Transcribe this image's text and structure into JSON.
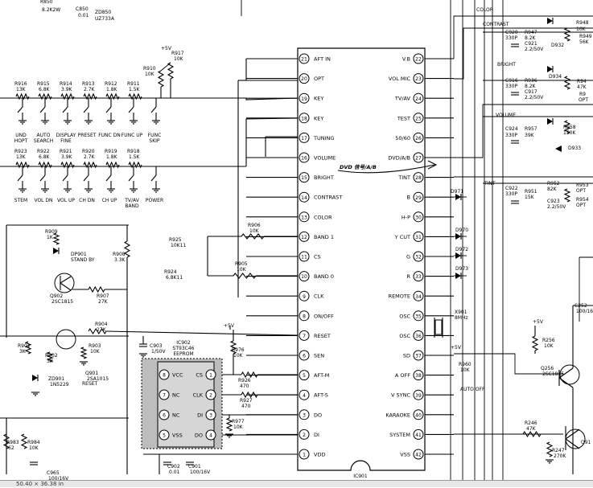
{
  "ic901": {
    "ref": "IC901",
    "pins": [
      {
        "n": "21",
        "name": "AFT IN",
        "side": "left"
      },
      {
        "n": "20",
        "name": "OPT",
        "side": "left"
      },
      {
        "n": "19",
        "name": "KEY",
        "side": "left"
      },
      {
        "n": "18",
        "name": "KEY",
        "side": "left"
      },
      {
        "n": "17",
        "name": "TUNING",
        "side": "left"
      },
      {
        "n": "16",
        "name": "VOLUME",
        "side": "left"
      },
      {
        "n": "15",
        "name": "BRIGHT",
        "side": "left"
      },
      {
        "n": "14",
        "name": "CONTRAST",
        "side": "left"
      },
      {
        "n": "13",
        "name": "COLOR",
        "side": "left"
      },
      {
        "n": "12",
        "name": "BAND 1",
        "side": "left"
      },
      {
        "n": "11",
        "name": "CS",
        "side": "left"
      },
      {
        "n": "10",
        "name": "BAND 0",
        "side": "left"
      },
      {
        "n": "9",
        "name": "CLK",
        "side": "left"
      },
      {
        "n": "8",
        "name": "ON/OFF",
        "side": "left"
      },
      {
        "n": "7",
        "name": "RESET",
        "side": "left"
      },
      {
        "n": "6",
        "name": "SEN",
        "side": "left"
      },
      {
        "n": "5",
        "name": "AFT-M",
        "side": "left"
      },
      {
        "n": "4",
        "name": "AFT-S",
        "side": "left"
      },
      {
        "n": "3",
        "name": "DO",
        "side": "left"
      },
      {
        "n": "2",
        "name": "DI",
        "side": "left"
      },
      {
        "n": "1",
        "name": "VDD",
        "side": "left"
      },
      {
        "n": "22",
        "name": "V.B",
        "side": "right"
      },
      {
        "n": "23",
        "name": "VOL MIC",
        "side": "right"
      },
      {
        "n": "24",
        "name": "TV/AV",
        "side": "right"
      },
      {
        "n": "25",
        "name": "TEST",
        "side": "right"
      },
      {
        "n": "26",
        "name": "50/60",
        "side": "right"
      },
      {
        "n": "27",
        "name": "DVD/A/B",
        "side": "right"
      },
      {
        "n": "28",
        "name": "TINT",
        "side": "right"
      },
      {
        "n": "29",
        "name": "B",
        "side": "right"
      },
      {
        "n": "30",
        "name": "H-P",
        "side": "right"
      },
      {
        "n": "31",
        "name": "Y CUT",
        "side": "right"
      },
      {
        "n": "32",
        "name": "G",
        "side": "right"
      },
      {
        "n": "33",
        "name": "R",
        "side": "right"
      },
      {
        "n": "34",
        "name": "REMOTE",
        "side": "right"
      },
      {
        "n": "35",
        "name": "OSC",
        "side": "right"
      },
      {
        "n": "36",
        "name": "OSC",
        "side": "right"
      },
      {
        "n": "37",
        "name": "SD",
        "side": "right"
      },
      {
        "n": "38",
        "name": "A OFF",
        "side": "right"
      },
      {
        "n": "39",
        "name": "V SYNC",
        "side": "right"
      },
      {
        "n": "40",
        "name": "KARAOKE",
        "side": "right"
      },
      {
        "n": "41",
        "name": "SYSTEM",
        "side": "right"
      },
      {
        "n": "42",
        "name": "VSS",
        "side": "right"
      }
    ]
  },
  "ic902": {
    "ref": "IC902",
    "part": "ST93C46",
    "type": "EEPROM",
    "pins": [
      {
        "n": "8",
        "name": "VCC"
      },
      {
        "n": "7",
        "name": "NC"
      },
      {
        "n": "6",
        "name": "NC"
      },
      {
        "n": "5",
        "name": "VSS"
      },
      {
        "n": "1",
        "name": "CS"
      },
      {
        "n": "2",
        "name": "CLK"
      },
      {
        "n": "3",
        "name": "DI"
      },
      {
        "n": "4",
        "name": "DO"
      }
    ]
  },
  "keys_row1": {
    "refs": [
      "R916",
      "R915",
      "R914",
      "R913",
      "R912",
      "R911"
    ],
    "values": [
      "13K",
      "6.8K",
      "3.9K",
      "2.7K",
      "1.8K",
      "1.5K"
    ],
    "labels": [
      "UND\nHOPT",
      "AUTO\nSEARCH",
      "DISPLAY\nFINE",
      "PRESET",
      "FUNC DN",
      "FUNC UP",
      "FUNC\nSKIP"
    ]
  },
  "keys_row2": {
    "refs": [
      "R923",
      "R922",
      "R921",
      "R920",
      "R919",
      "R918"
    ],
    "values": [
      "13K",
      "6.8K",
      "3.9K",
      "2.7K",
      "1.8K",
      "1.5K"
    ],
    "labels": [
      "STEM",
      "VOL DN",
      "VOL UP",
      "CH DN",
      "CH UP",
      "TV/AV\nBAND",
      "POWER"
    ]
  },
  "top_left": [
    {
      "t": "R850"
    },
    {
      "t": "8.2K2W"
    },
    {
      "t": "C850"
    },
    {
      "t": "0.01"
    },
    {
      "t": "ZD850"
    },
    {
      "t": "UZ733A"
    }
  ],
  "components": [
    {
      "id": "r910",
      "ref": "R910",
      "val": "10K"
    },
    {
      "id": "r917",
      "ref": "R917",
      "val": "10K"
    },
    {
      "id": "v5a",
      "ref": "+5V",
      "val": ""
    },
    {
      "id": "r909",
      "ref": "R909",
      "val": "1K"
    },
    {
      "id": "dp901",
      "ref": "DP901",
      "val": "STAND BY"
    },
    {
      "id": "r908",
      "ref": "R908",
      "val": "3.3K"
    },
    {
      "id": "q902",
      "ref": "Q902",
      "val": "2SC1815"
    },
    {
      "id": "r907",
      "ref": "R907",
      "val": "27K"
    },
    {
      "id": "r925",
      "ref": "R925",
      "val": "10K11"
    },
    {
      "id": "r924",
      "ref": "R924",
      "val": "6.8K11"
    },
    {
      "id": "r906",
      "ref": "R906",
      "val": "10K"
    },
    {
      "id": "r905",
      "ref": "R905",
      "val": "10K"
    },
    {
      "id": "r904",
      "ref": "R904",
      "val": "27K"
    },
    {
      "id": "r901",
      "ref": "R901",
      "val": "3K"
    },
    {
      "id": "r902",
      "ref": "R902",
      "val": "3K"
    },
    {
      "id": "r903",
      "ref": "R903",
      "val": "10K"
    },
    {
      "id": "q901",
      "ref": "Q901",
      "val": "2SA1015"
    },
    {
      "id": "q901b",
      "ref": "RESET",
      "val": ""
    },
    {
      "id": "zd901",
      "ref": "ZD901",
      "val": "1N5229"
    },
    {
      "id": "c903",
      "ref": "C903",
      "val": "1/50V"
    },
    {
      "id": "v5b",
      "ref": "+5V",
      "val": ""
    },
    {
      "id": "r976",
      "ref": "R976",
      "val": "10K"
    },
    {
      "id": "r926",
      "ref": "R926",
      "val": "470"
    },
    {
      "id": "r927",
      "ref": "R927",
      "val": "470"
    },
    {
      "id": "r977",
      "ref": "R977",
      "val": "10K"
    },
    {
      "id": "r983",
      "ref": "R983",
      "val": "62"
    },
    {
      "id": "r984",
      "ref": "R984",
      "val": "10K"
    },
    {
      "id": "c965",
      "ref": "C965",
      "val": "100/16V"
    },
    {
      "id": "c902",
      "ref": "C902",
      "val": "0.01"
    },
    {
      "id": "c901",
      "ref": "C901",
      "val": "100/16V"
    },
    {
      "id": "x901",
      "ref": "X901",
      "val": "8MHz"
    },
    {
      "id": "r960",
      "ref": "R960",
      "val": "10K"
    },
    {
      "id": "v5c",
      "ref": "+5V",
      "val": ""
    },
    {
      "id": "autooff",
      "ref": "AUTO OFF",
      "val": ""
    },
    {
      "id": "v5d",
      "ref": "+5V",
      "val": ""
    },
    {
      "id": "r256",
      "ref": "R256",
      "val": "10K"
    },
    {
      "id": "q256",
      "ref": "Q256",
      "val": "2SC1815"
    },
    {
      "id": "c252",
      "ref": "C252",
      "val": "100/16"
    },
    {
      "id": "r246",
      "ref": "R246",
      "val": "47K"
    },
    {
      "id": "r247",
      "ref": "R247",
      "val": "270K"
    },
    {
      "id": "q91",
      "ref": "Q91",
      "val": ""
    },
    {
      "id": "d971",
      "ref": "D971",
      "val": ""
    },
    {
      "id": "d970",
      "ref": "D970",
      "val": ""
    },
    {
      "id": "d972",
      "ref": "D972",
      "val": ""
    },
    {
      "id": "d973",
      "ref": "D973",
      "val": ""
    }
  ],
  "right_top": [
    {
      "t": "COLOR"
    },
    {
      "t": "CONTRAST"
    },
    {
      "t": "C920"
    },
    {
      "t": "330P"
    },
    {
      "t": "R947"
    },
    {
      "t": "8.2K"
    },
    {
      "t": "C921"
    },
    {
      "t": "2.2/50V"
    },
    {
      "t": "D932"
    },
    {
      "t": "R948"
    },
    {
      "t": "10K"
    },
    {
      "t": "R949"
    },
    {
      "t": "56K"
    },
    {
      "t": "BRIGHT"
    },
    {
      "t": "C916"
    },
    {
      "t": "330P"
    },
    {
      "t": "R936"
    },
    {
      "t": "8.2K"
    },
    {
      "t": "C917"
    },
    {
      "t": "2.2/50V"
    },
    {
      "t": "D934"
    },
    {
      "t": "R94"
    },
    {
      "t": "47K"
    },
    {
      "t": "R9"
    },
    {
      "t": "OPT"
    },
    {
      "t": "VOLUME"
    },
    {
      "t": "C924"
    },
    {
      "t": "330P"
    },
    {
      "t": "R957"
    },
    {
      "t": "39K"
    },
    {
      "t": "R958"
    },
    {
      "t": "150K"
    },
    {
      "t": "D933"
    },
    {
      "t": "TINT"
    },
    {
      "t": "C922"
    },
    {
      "t": "330P"
    },
    {
      "t": "R951"
    },
    {
      "t": "15K"
    },
    {
      "t": "R952"
    },
    {
      "t": "82K"
    },
    {
      "t": "C923"
    },
    {
      "t": "2.2/50V"
    },
    {
      "t": "R953"
    },
    {
      "t": "OPT"
    },
    {
      "t": "R954"
    },
    {
      "t": "OPT"
    }
  ],
  "annotation": "DVD 信号/A/B",
  "statusbar": "50.40 × 36.38 in"
}
